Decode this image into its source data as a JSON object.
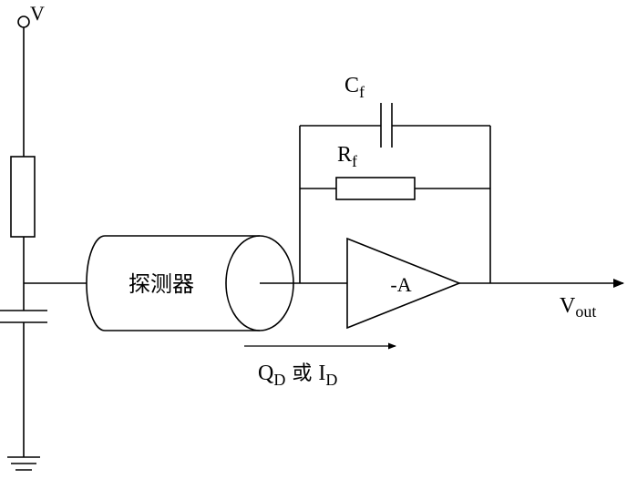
{
  "labels": {
    "supply": "V",
    "cf_main": "C",
    "cf_sub": "f",
    "rf_main": "R",
    "rf_sub": "f",
    "detector": "探测器",
    "amp": "-A",
    "vout_main": "V",
    "vout_sub": "out",
    "q_main": "Q",
    "q_sub": "D",
    "or": " 或 ",
    "i_main": "I",
    "i_sub": "D"
  }
}
